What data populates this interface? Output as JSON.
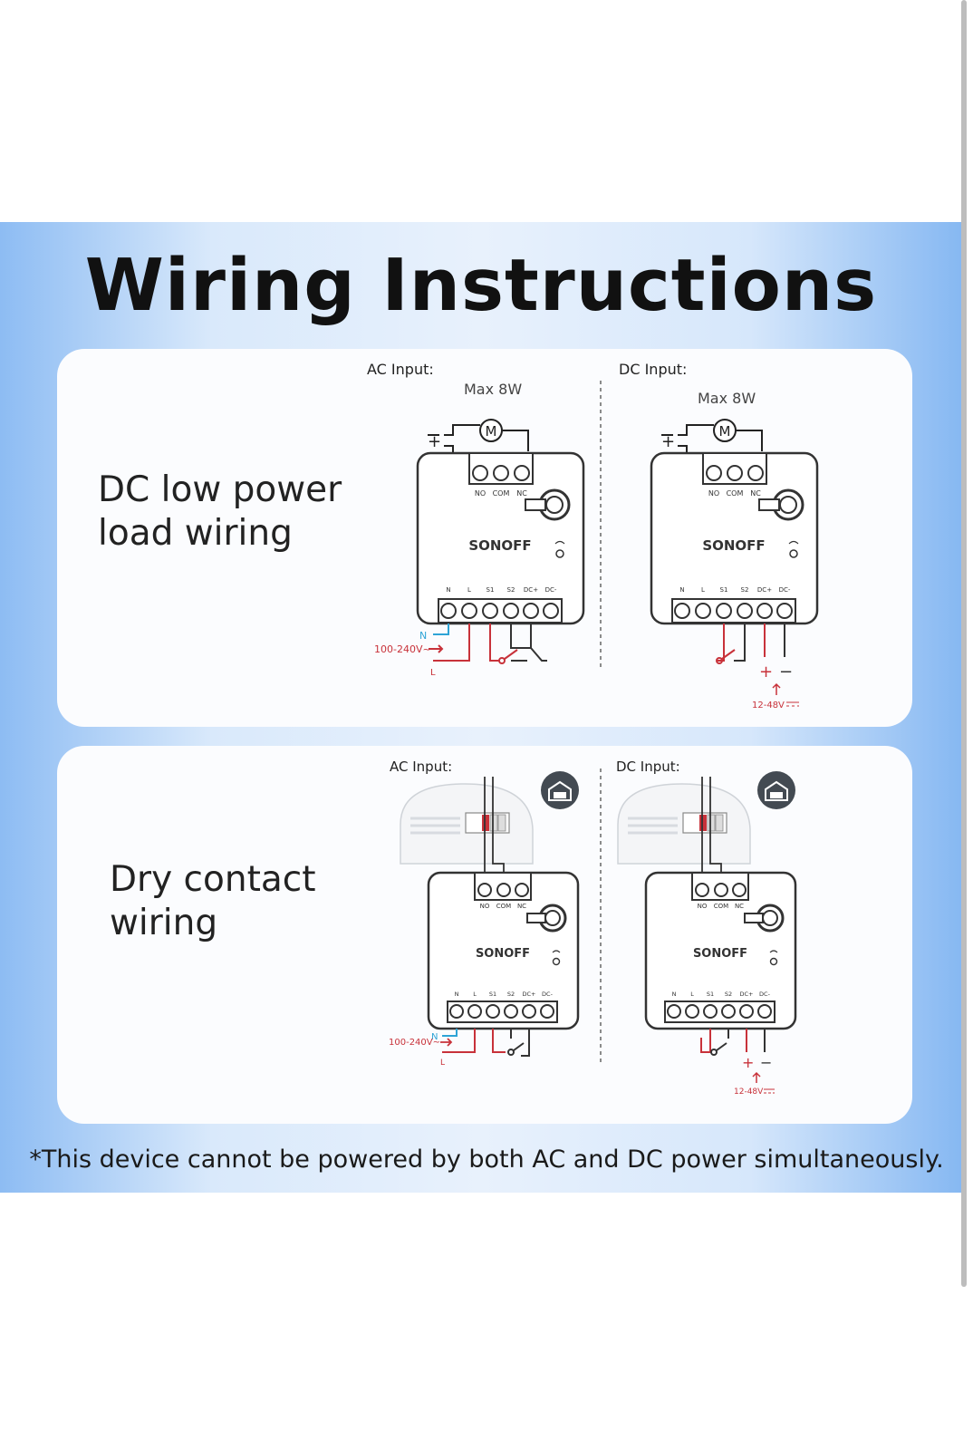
{
  "title": "Wiring Instructions",
  "footnote": "*This device cannot be powered by both AC and DC power simultaneously.",
  "brand": "SONOFF",
  "colors": {
    "accent_red": "#c8323a",
    "neutral_blue": "#2ea4d6",
    "line": "#333333"
  },
  "sections": [
    {
      "label_line1": "DC low power",
      "label_line2": "load wiring",
      "ac": {
        "heading": "AC Input:",
        "max": "Max 8W",
        "voltage": "100-240V~",
        "n": "N",
        "l": "L",
        "motor": "M"
      },
      "dc": {
        "heading": "DC Input:",
        "max": "Max 8W",
        "voltage": "12-48V",
        "motor": "M"
      }
    },
    {
      "label_line1": "Dry contact",
      "label_line2": "wiring",
      "ac": {
        "heading": "AC Input:",
        "voltage": "100-240V~",
        "n": "N",
        "l": "L"
      },
      "dc": {
        "heading": "DC Input:",
        "voltage": "12-48V"
      }
    }
  ],
  "terminals": {
    "top": [
      "NO",
      "COM",
      "NC"
    ],
    "bottom": [
      "N",
      "L",
      "S1",
      "S2",
      "DC+",
      "DC-"
    ]
  },
  "icons": [
    "motor-icon",
    "garage-icon",
    "wifi-icon",
    "button-ring-icon"
  ]
}
